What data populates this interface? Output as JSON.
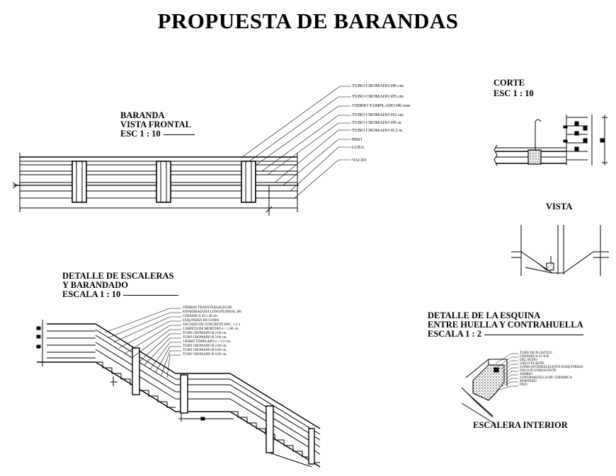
{
  "title": "PROPUESTA DE BARANDAS",
  "baranda": {
    "line1": "BARANDA",
    "line2": "VISTA FRONTAL",
    "scale": "ESC 1 : 10",
    "notes": [
      "TUBO CROMADO Ø6 cm",
      "TUBO CROMADO Ø5 cm",
      "VIDRIO TAMPLADO Ø6 mm",
      "TUBO CROMADO Ø2 cm",
      "TUBO CROMADO Ø6 m",
      "TUBO CROMADO Ø 2 m",
      "PISO",
      "LOSA",
      "VACIO"
    ]
  },
  "corte": {
    "line1": "CORTE",
    "scale": "ESC 1 : 10"
  },
  "vista": {
    "label": "VISTA"
  },
  "escaleras": {
    "line1": "DETALLE DE ESCALERAS",
    "line2": "Y BARANDADO",
    "scale": "ESCALA 1 : 10",
    "notes": [
      "FIERROS TRANSVERSALES Ø6",
      "ENFIERRADURA LONGITUDINAL Ø8",
      "CERÁMICA 30 x 40 cm.",
      "ESQUINERA DE GOMA",
      "VACIADO DE CONCRETO DOC. 1:2:3",
      "CARPETA DE MORTERO e = 1.80 cm.",
      "TUBO CROMADO Ø 2.00 cm.",
      "TUBO CROMADO Ø 2.00 cm.",
      "VIDRIO TEMPLADO e = 1/2 cm.",
      "TUBO CROMADO Ø 2.00 cm.",
      "TUBO CROMADO Ø 6.00 cm.",
      "TUBO CROMADO Ø 6.00 cm."
    ]
  },
  "esquina": {
    "line1": "DETALLE DE LA ESQUINA",
    "line2": "ENTRE HUELLA Y CONTRAHUELLA",
    "scale": "ESCALA 1 : 2",
    "notes": [
      "TUBO DE PLÁSTICO",
      "CERÁMICA 25 X30",
      "DEL NUDO",
      "CIELO PLAFÓN",
      "GOMA ANTIDESLIZANTE (ESQUINERA)",
      "FOCO FLUORESCENTE",
      "SOBRIO",
      "CONTRAHUELLA DE CERÁMICA",
      "MORTERO",
      "PISO"
    ]
  },
  "interior": {
    "label": "ESCALERA INTERIOR"
  }
}
